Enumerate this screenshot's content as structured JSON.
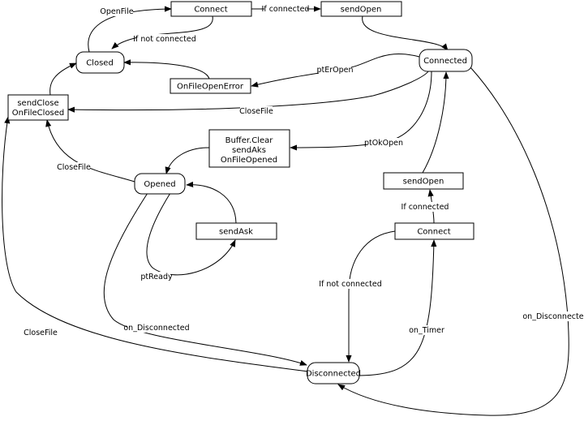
{
  "nodes": {
    "connect_top": "Connect",
    "send_open_top": "sendOpen",
    "closed": "Closed",
    "connected": "Connected",
    "on_file_open_error": "OnFileOpenError",
    "send_close": [
      "sendClose",
      "OnFileClosed"
    ],
    "buffer_clear": [
      "Buffer.Clear",
      "sendAks",
      "OnFileOpened"
    ],
    "opened": "Opened",
    "send_ask": "sendAsk",
    "send_open_right": "sendOpen",
    "connect_right": "Connect",
    "disconnected": "Disconnected"
  },
  "edges": {
    "open_file": "OpenFile",
    "if_connected_top": "If connected",
    "if_not_connected_top": "If not connected",
    "pt_er_open": "ptErOpen",
    "close_file_connected": "CloseFile",
    "pt_ok_open": "ptOkOpen",
    "close_file_opened": "CloseFile",
    "if_connected_right": "If connected",
    "pt_ready": "ptReady",
    "if_not_connected_right": "If not connected",
    "on_disconnected_opened": "on_Disconnected",
    "on_timer": "on_Timer",
    "on_disconnected_connected": "on_Disconnected",
    "close_file_disconnected": "CloseFile"
  }
}
